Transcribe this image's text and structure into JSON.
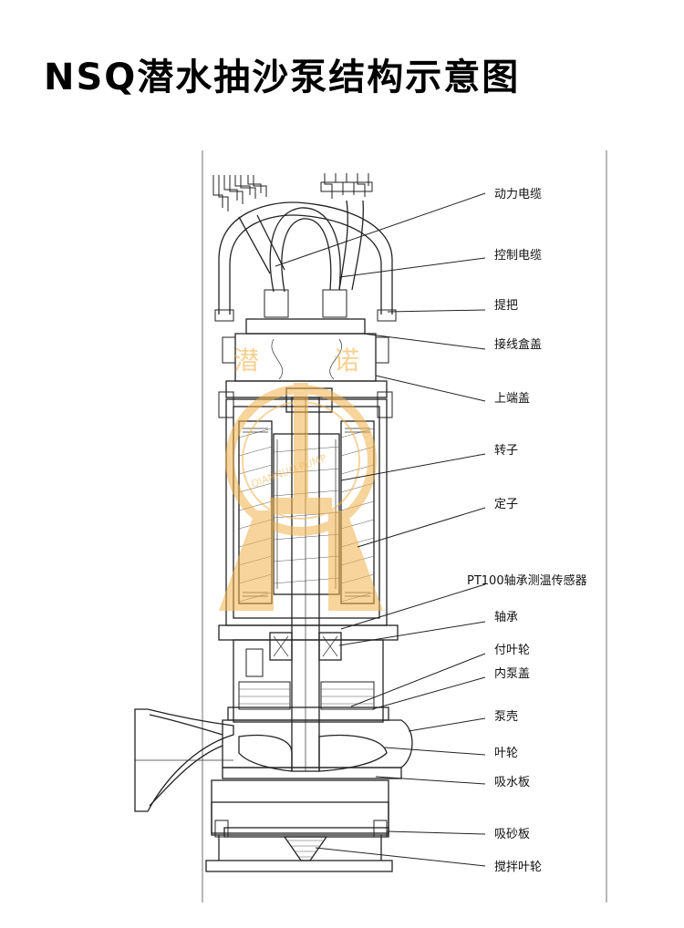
{
  "title": "NSQ潜水抽沙泵结构示意图",
  "watermark": {
    "text_left": "潜",
    "text_right": "诺",
    "ring_text": "QIANNUO PUMP",
    "color": "#f2b24a"
  },
  "labels": [
    {
      "id": "power-cable",
      "text": "动力电缆"
    },
    {
      "id": "control-cable",
      "text": "控制电缆"
    },
    {
      "id": "handle",
      "text": "提把"
    },
    {
      "id": "junction-box-cover",
      "text": "接线盒盖"
    },
    {
      "id": "upper-end-cover",
      "text": "上端盖"
    },
    {
      "id": "rotor",
      "text": "转子"
    },
    {
      "id": "stator",
      "text": "定子"
    },
    {
      "id": "pt100-sensor",
      "text": "PT100轴承测温传感器"
    },
    {
      "id": "bearing",
      "text": "轴承"
    },
    {
      "id": "auxiliary-impeller",
      "text": "付叶轮"
    },
    {
      "id": "inner-pump-cover",
      "text": "内泵盖"
    },
    {
      "id": "pump-casing",
      "text": "泵壳"
    },
    {
      "id": "impeller",
      "text": "叶轮"
    },
    {
      "id": "suction-plate",
      "text": "吸水板"
    },
    {
      "id": "sand-suction-plate",
      "text": "吸砂板"
    },
    {
      "id": "agitator-impeller",
      "text": "搅拌叶轮"
    }
  ]
}
